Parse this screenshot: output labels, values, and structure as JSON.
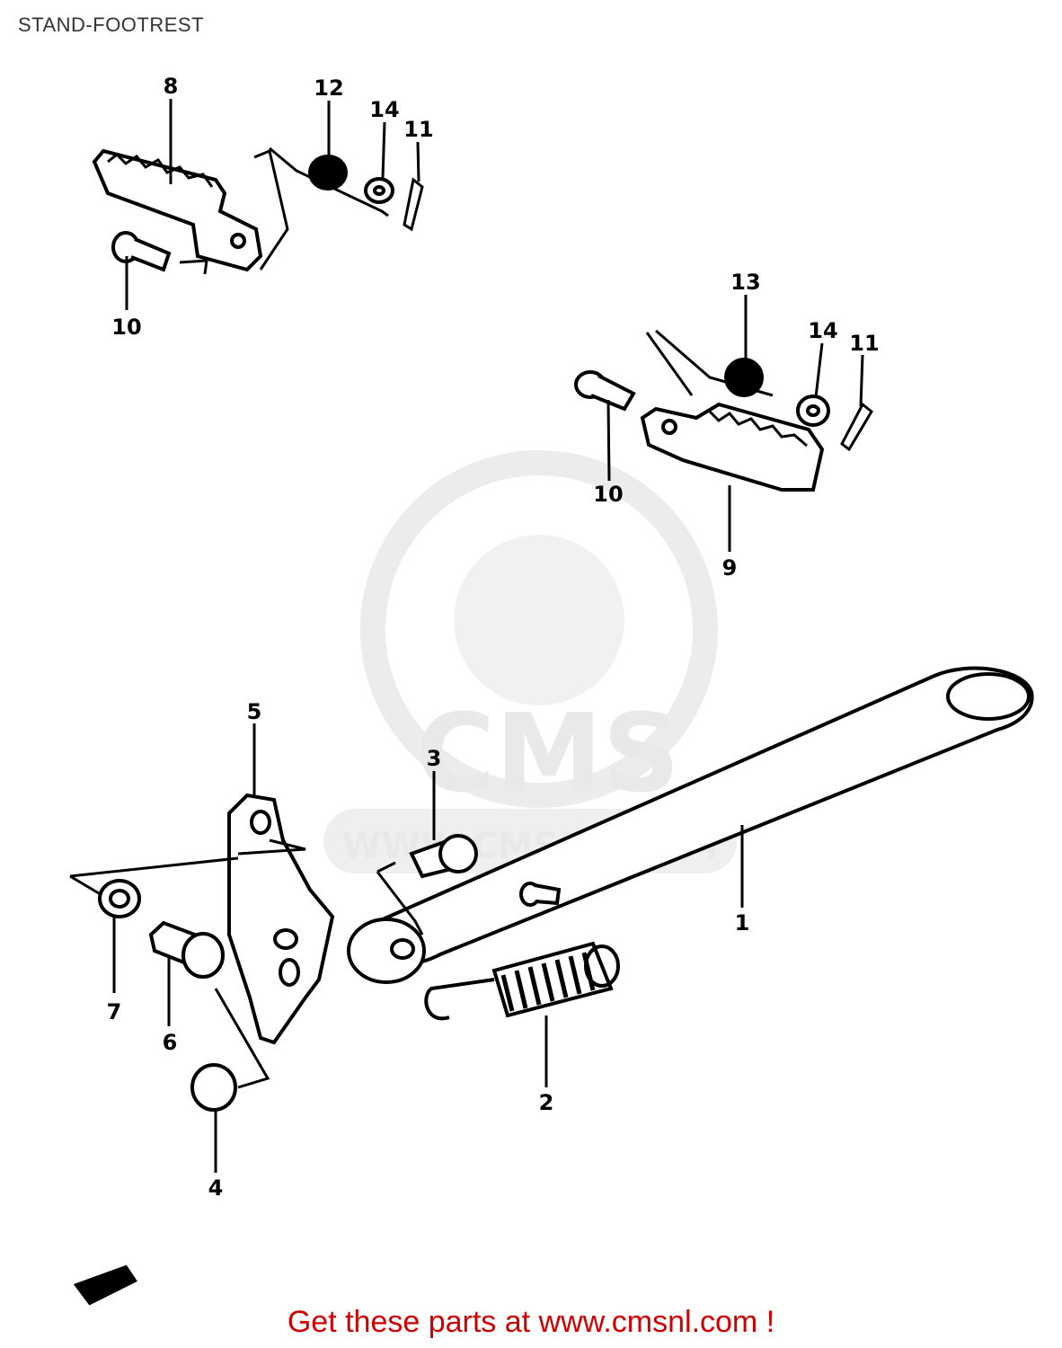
{
  "page_title": "STAND-FOOTREST",
  "watermark": {
    "logo_text": "CMS",
    "url_text": "WWW.CMSNL.COM",
    "color": "#e6e6e6"
  },
  "callouts": {
    "c1": "1",
    "c2": "2",
    "c3": "3",
    "c4": "4",
    "c5": "5",
    "c6": "6",
    "c7": "7",
    "c8": "8",
    "c9": "9",
    "c10a": "10",
    "c10b": "10",
    "c11a": "11",
    "c11b": "11",
    "c12": "12",
    "c13": "13",
    "c14a": "14",
    "c14b": "14"
  },
  "footer": {
    "text": "Get these parts at www.cmsnl.com !",
    "color": "#d00000"
  }
}
